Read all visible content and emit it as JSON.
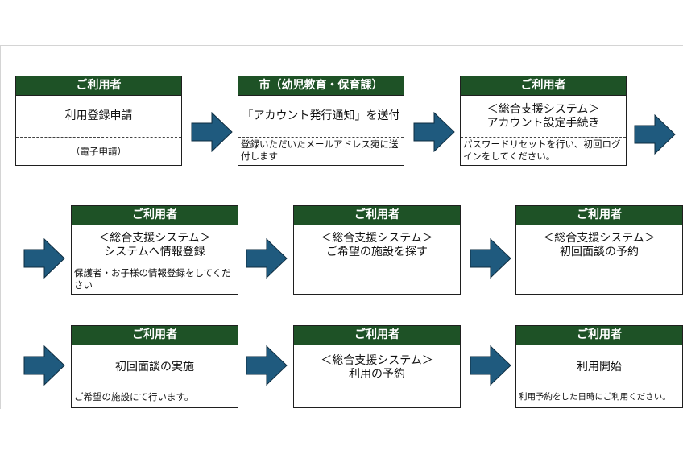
{
  "steps": [
    {
      "header": "ご利用者",
      "main": [
        "利用登録申請"
      ],
      "sub": "（電子申請）"
    },
    {
      "header": "市（幼児教育・保育課）",
      "main": [
        "「アカウント発行通知」を送付"
      ],
      "sub": "登録いただいたメールアドレス宛に送付します"
    },
    {
      "header": "ご利用者",
      "main": [
        "＜総合支援システム＞",
        "アカウント設定手続き"
      ],
      "sub": "パスワードリセットを行い、初回ログインをしてください。"
    },
    {
      "header": "ご利用者",
      "main": [
        "＜総合支援システム＞",
        "システムへ情報登録"
      ],
      "sub": "保護者・お子様の情報登録をしてください"
    },
    {
      "header": "ご利用者",
      "main": [
        "＜総合支援システム＞",
        "ご希望の施設を探す"
      ],
      "sub": ""
    },
    {
      "header": "ご利用者",
      "main": [
        "＜総合支援システム＞",
        "初回面談の予約"
      ],
      "sub": ""
    },
    {
      "header": "ご利用者",
      "main": [
        "初回面談の実施"
      ],
      "sub": "ご希望の施設にて行います。"
    },
    {
      "header": "ご利用者",
      "main": [
        "＜総合支援システム＞",
        "利用の予約"
      ],
      "sub": ""
    },
    {
      "header": "ご利用者",
      "main": [
        "利用開始"
      ],
      "sub": "利用予約をした日時にご利用ください。"
    }
  ],
  "colors": {
    "header_bg": "#1e5226",
    "arrow_fill": "#1f5a7e"
  }
}
